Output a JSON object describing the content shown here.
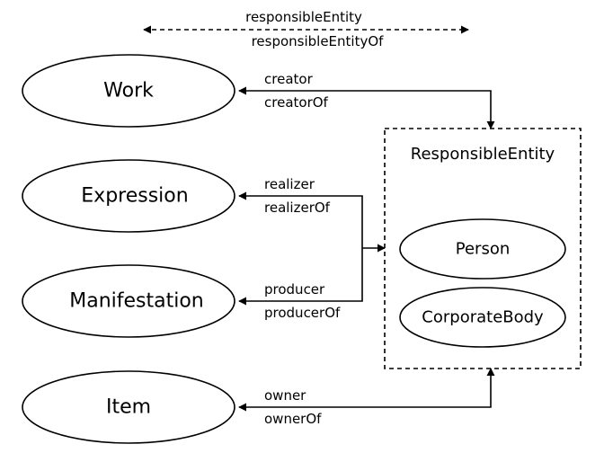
{
  "legend": {
    "forward": "responsibleEntity",
    "inverse": "responsibleEntityOf"
  },
  "nodes": {
    "work": "Work",
    "expression": "Expression",
    "manifestation": "Manifestation",
    "item": "Item"
  },
  "group": {
    "title": "ResponsibleEntity",
    "members": {
      "person": "Person",
      "corporate_body": "CorporateBody"
    }
  },
  "relations": {
    "creator": {
      "forward": "creator",
      "inverse": "creatorOf"
    },
    "realizer": {
      "forward": "realizer",
      "inverse": "realizerOf"
    },
    "producer": {
      "forward": "producer",
      "inverse": "producerOf"
    },
    "owner": {
      "forward": "owner",
      "inverse": "ownerOf"
    }
  }
}
